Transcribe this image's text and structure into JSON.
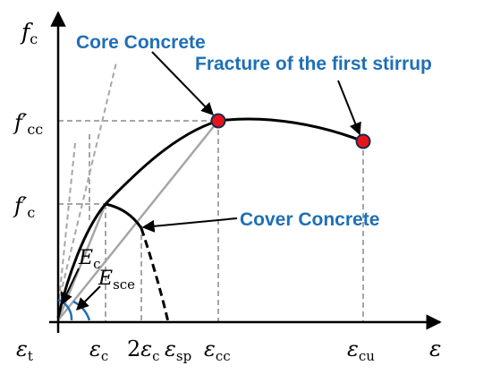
{
  "colors": {
    "axis": "#000000",
    "core_curve": "#000000",
    "cover_curve": "#000000",
    "guide": "#a6a6a6",
    "secant": "#a6a6a6",
    "callout": "#1f6fb6",
    "modulus_arc": "#1f6fb6",
    "point_fill": "#e8141c",
    "point_stroke": "#1a2a4a"
  },
  "icons": {
    "peak_point": "red-circle-marker",
    "fracture_point": "red-circle-marker"
  },
  "labels": {
    "y_axis": {
      "main": "f",
      "sub": "c"
    },
    "x_axis": {
      "main": "ε"
    },
    "f_cc": {
      "main": "f′",
      "sub": "cc"
    },
    "f_c": {
      "main": "f′",
      "sub": "c"
    },
    "E_c": {
      "main": "E",
      "sub": "c"
    },
    "E_sce": {
      "main": "E",
      "sub": "sce"
    },
    "eps_t": {
      "main": "ε",
      "sub": "t"
    },
    "eps_c": {
      "main": "ε",
      "sub": "c"
    },
    "two_eps_c": {
      "prefix": "2",
      "main": "ε",
      "sub": "c"
    },
    "eps_sp": {
      "main": "ε",
      "sub": "sp"
    },
    "eps_cc": {
      "main": "ε",
      "sub": "cc"
    },
    "eps_cu": {
      "main": "ε",
      "sub": "cu"
    }
  },
  "callouts": {
    "core": "Core Concrete",
    "fracture": "Fracture of the first stirrup",
    "cover": "Cover Concrete"
  }
}
